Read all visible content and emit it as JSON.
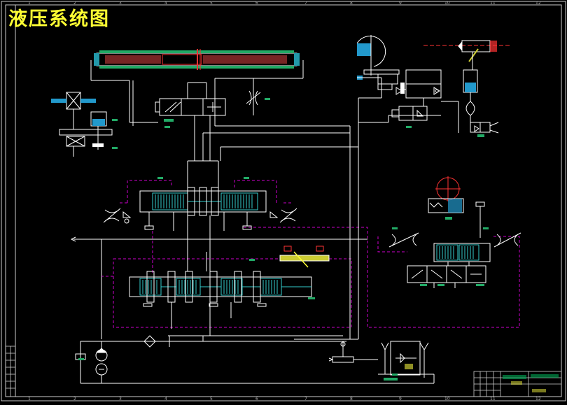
{
  "title": "液压系统图",
  "colors": {
    "background": "#000000",
    "line": "#ffffff",
    "pilot": "#cc00cc",
    "spool": "#33cccc",
    "accent_red": "#ff3333",
    "label_green": "#00ff66",
    "title": "#ffff33",
    "frame": "#cccccc"
  },
  "border": {
    "top_ticks": [
      "1",
      "2",
      "3",
      "4",
      "5",
      "6",
      "7",
      "8",
      "9",
      "10",
      "11",
      "12"
    ],
    "bottom_ticks": [
      "1",
      "2",
      "3",
      "4",
      "5",
      "6",
      "7",
      "8",
      "9",
      "10",
      "11",
      "12"
    ]
  }
}
